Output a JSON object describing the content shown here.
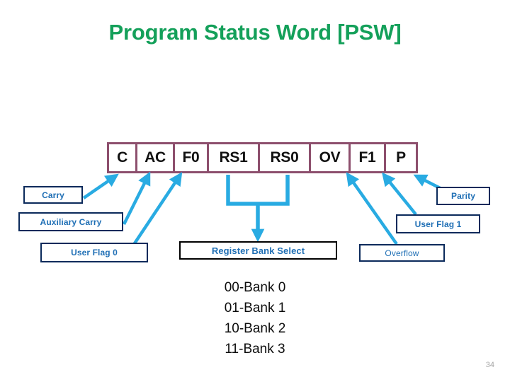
{
  "slide": {
    "title": "Program Status Word [PSW]",
    "page_number": "34",
    "colors": {
      "title_green": "#14A05A",
      "register_border_purple": "#8D4F6D",
      "arrow_blue": "#29ABE2",
      "label_text_blue": "#1F6FB5",
      "label_border_navy": "#0B2A5B",
      "page_number_grey": "#A6A6A6",
      "background": "#FFFFFF"
    }
  },
  "psw_register": {
    "name": "Program Status Word register",
    "cells": [
      {
        "label": "C",
        "width": 40
      },
      {
        "label": "AC",
        "width": 53
      },
      {
        "label": "F0",
        "width": 48
      },
      {
        "label": "RS1",
        "width": 72
      },
      {
        "label": "RS0",
        "width": 72
      },
      {
        "label": "OV",
        "width": 56
      },
      {
        "label": "F1",
        "width": 50
      },
      {
        "label": "P",
        "width": 42
      }
    ]
  },
  "callouts": [
    {
      "id": "carry",
      "label": "Carry",
      "target_cell": "C",
      "bold": true
    },
    {
      "id": "auxiliary-carry",
      "label": "Auxiliary Carry",
      "target_cell": "AC",
      "bold": true
    },
    {
      "id": "user-flag-0",
      "label": "User Flag 0",
      "target_cell": "F0",
      "bold": true
    },
    {
      "id": "register-bank",
      "label": "Register Bank Select",
      "target_cell": "RS1/RS0",
      "bold": true
    },
    {
      "id": "overflow",
      "label": "Overflow",
      "target_cell": "OV",
      "bold": false
    },
    {
      "id": "user-flag-1",
      "label": "User Flag 1",
      "target_cell": "F1",
      "bold": true
    },
    {
      "id": "parity",
      "label": "Parity",
      "target_cell": "P",
      "bold": true
    }
  ],
  "bank_legend": {
    "lines": [
      "00-Bank 0",
      "01-Bank 1",
      "10-Bank 2",
      "11-Bank 3"
    ]
  }
}
